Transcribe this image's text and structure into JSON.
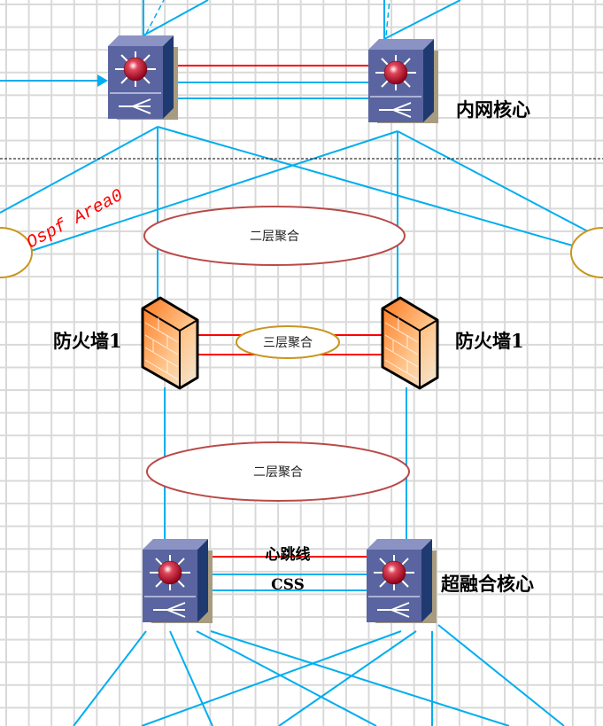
{
  "labels": {
    "intranet_core": "内网核心",
    "firewall_left": "防火墙1",
    "firewall_right": "防火墙1",
    "hci_core": "超融合核心",
    "heartbeat": "心跳线",
    "css": "CSS",
    "ospf": "Ospf Area0"
  },
  "ellipses": {
    "l2_upper": "二层聚合",
    "l3": "三层聚合",
    "l2_lower": "二层聚合"
  },
  "colors": {
    "link": "#00aeef",
    "heartbeat": "#ff0000",
    "switch": "#5a64a0",
    "firewall": "#f7913d"
  }
}
